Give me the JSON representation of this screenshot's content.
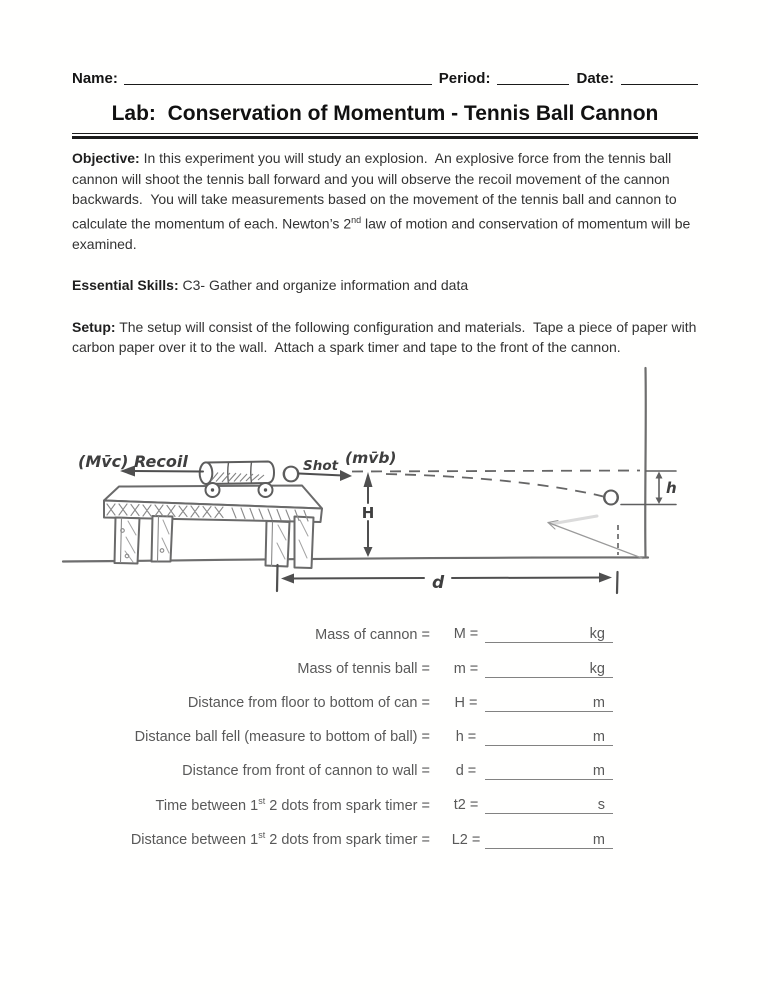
{
  "header": {
    "name_label": "Name:",
    "period_label": "Period:",
    "date_label": "Date:"
  },
  "title": "Lab:  Conservation of Momentum - Tennis Ball Cannon",
  "objective": {
    "label": "Objective:",
    "text1": " In this experiment you will study an explosion.  An explosive force from the tennis ball cannon will shoot the tennis ball forward and you will observe the recoil movement of the cannon backwards.  You will take measurements based on the movement of the tennis ball and cannon to calculate the momentum of each. Newton’s 2",
    "sup": "nd",
    "text2": " law of motion and conservation of momentum will be examined."
  },
  "essential_skills": {
    "label": "Essential Skills:",
    "text": " C3- Gather and organize information and data"
  },
  "setup": {
    "label": "Setup:",
    "text": " The setup will consist of the following configuration and materials.  Tape a piece of paper with carbon paper over it to the wall.  Attach a spark timer and tape to the front of the cannon."
  },
  "diagram": {
    "recoil_label": "(Mv̄c) Recoil",
    "shot_label": "Shot",
    "shot_momentum_label": "(mv̄b)",
    "height_label": "H",
    "drop_label": "h",
    "distance_label": "d",
    "pencil_color": "#6e6e6e"
  },
  "form": {
    "rows": [
      {
        "label": "Mass of cannon =",
        "label_sup": "",
        "label_post": "",
        "symbol": "M =",
        "unit": "kg"
      },
      {
        "label": "Mass of tennis ball =",
        "label_sup": "",
        "label_post": "",
        "symbol": "m =",
        "unit": "kg"
      },
      {
        "label": "Distance from floor to bottom of can =",
        "label_sup": "",
        "label_post": "",
        "symbol": "H =",
        "unit": "m"
      },
      {
        "label": "Distance ball fell (measure to bottom of ball) =",
        "label_sup": "",
        "label_post": "",
        "symbol": "h =",
        "unit": "m"
      },
      {
        "label": "Distance from front of cannon to wall =",
        "label_sup": "",
        "label_post": "",
        "symbol": "d =",
        "unit": "m"
      },
      {
        "label": "Time between 1",
        "label_sup": "st",
        "label_post": " 2 dots from spark timer =",
        "symbol": "t2 =",
        "unit": "s"
      },
      {
        "label": "Distance between 1",
        "label_sup": "st",
        "label_post": " 2 dots from spark timer =",
        "symbol": "L2 =",
        "unit": "m"
      }
    ]
  }
}
